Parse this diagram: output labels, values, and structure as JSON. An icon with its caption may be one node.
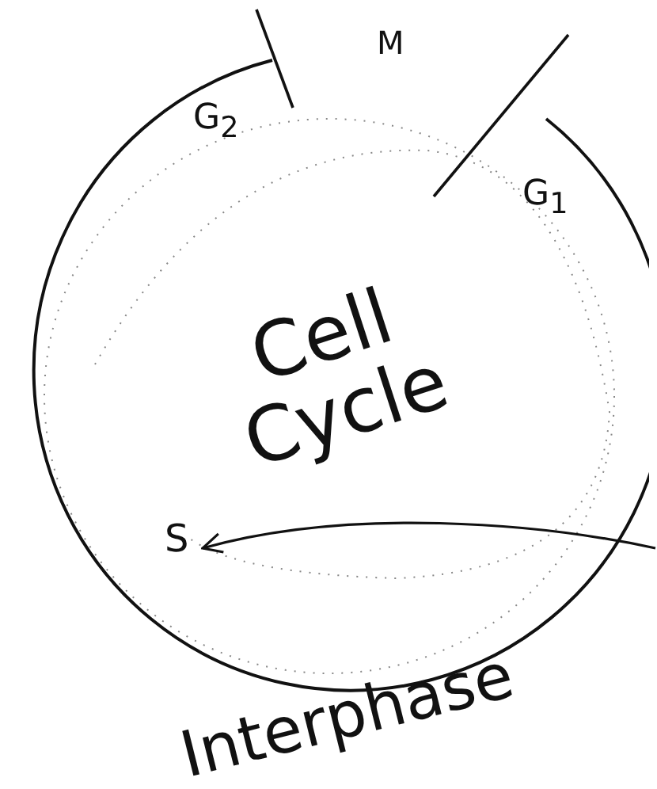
{
  "diagram": {
    "nodes": [
      {
        "text": [
          "Cell Cycle"
        ]
      },
      {
        "text": [
          "S"
        ],
        "in": 0
      }
    ],
    "edges": [
      {
        "from": null,
        "to": 1,
        "arrow": "to"
      }
    ],
    "labels": [
      "G$_{2}$",
      "M",
      "G$_{1}$",
      "Interphase"
    ]
  }
}
